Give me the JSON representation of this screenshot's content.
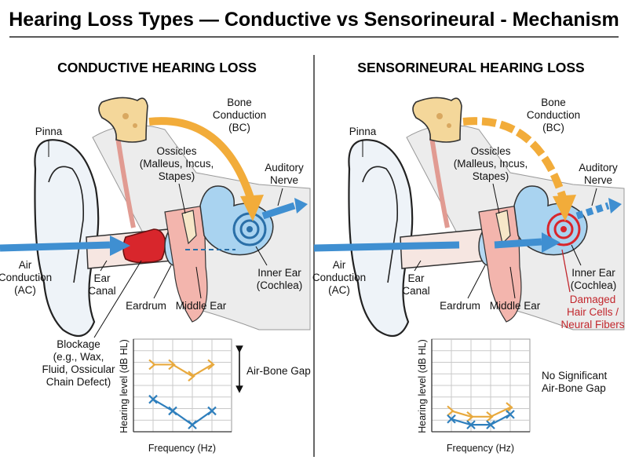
{
  "title": "Hearing Loss Types — Conductive vs Sensorineural - Mechanism",
  "colors": {
    "bone": "#f4d79a",
    "bc_arrow": "#f2ac3a",
    "ac_arrow": "#3f8fd1",
    "inner_ear": "#a9d3f0",
    "blockage": "#d8262c",
    "skin": "#eef3f8",
    "tissue": "#f3b5ad",
    "ac_line": "#2e7fbd",
    "bc_line": "#e8a93d"
  },
  "left": {
    "heading": "CONDUCTIVE HEARING LOSS",
    "labels": {
      "pinna": "Pinna",
      "bc": [
        "Bone",
        "Conduction",
        "(BC)"
      ],
      "ossicles": [
        "Ossicles",
        "(Malleus, Incus,",
        "Stapes)"
      ],
      "nerve": [
        "Auditory",
        "Nerve"
      ],
      "ac": [
        "Air",
        "Conduction",
        "(AC)"
      ],
      "canal": [
        "Ear",
        "Canal"
      ],
      "eardrum": "Eardrum",
      "middle": "Middle Ear",
      "inner": [
        "Inner Ear",
        "(Cochlea)"
      ],
      "blockage": [
        "Blockage",
        "(e.g., Wax,",
        "Fluid, Ossicular",
        "Chain Defect)"
      ]
    },
    "chart_data": {
      "type": "line",
      "ylabel": "Hearing level (dB HL)",
      "xlabel": "Frequency (Hz)",
      "annotation": "Air-Bone Gap",
      "series": [
        {
          "values": [
            2.2,
            2.2,
            3.2,
            2.2
          ],
          "marker": "bracket"
        },
        {
          "values": [
            5.2,
            6.2,
            7.4,
            6.2
          ],
          "marker": "x"
        }
      ]
    }
  },
  "right": {
    "heading": "SENSORINEURAL HEARING LOSS",
    "labels": {
      "pinna": "Pinna",
      "bc": [
        "Bone",
        "Conduction",
        "(BC)"
      ],
      "ossicles": [
        "Ossicles",
        "(Malleus, Incus,",
        "Stapes)"
      ],
      "nerve": [
        "Auditory",
        "Nerve"
      ],
      "ac": [
        "Air",
        "Conduction",
        "(AC)"
      ],
      "canal": [
        "Ear",
        "Canal"
      ],
      "eardrum": "Eardrum",
      "middle": "Middle Ear",
      "inner": [
        "Inner Ear",
        "(Cochlea)"
      ],
      "damage": [
        "Damaged",
        "Hair Cells /",
        "Neural Fibers"
      ]
    },
    "chart_data": {
      "type": "line",
      "ylabel": "Hearing level (dB HL)",
      "xlabel": "Frequency (Hz)",
      "annotation": [
        "No Significant",
        "Air-Bone Gap"
      ],
      "series": [
        {
          "values": [
            6.2,
            6.7,
            6.7,
            5.9
          ],
          "marker": "bracket"
        },
        {
          "values": [
            6.9,
            7.4,
            7.4,
            6.5
          ],
          "marker": "x"
        }
      ]
    }
  }
}
